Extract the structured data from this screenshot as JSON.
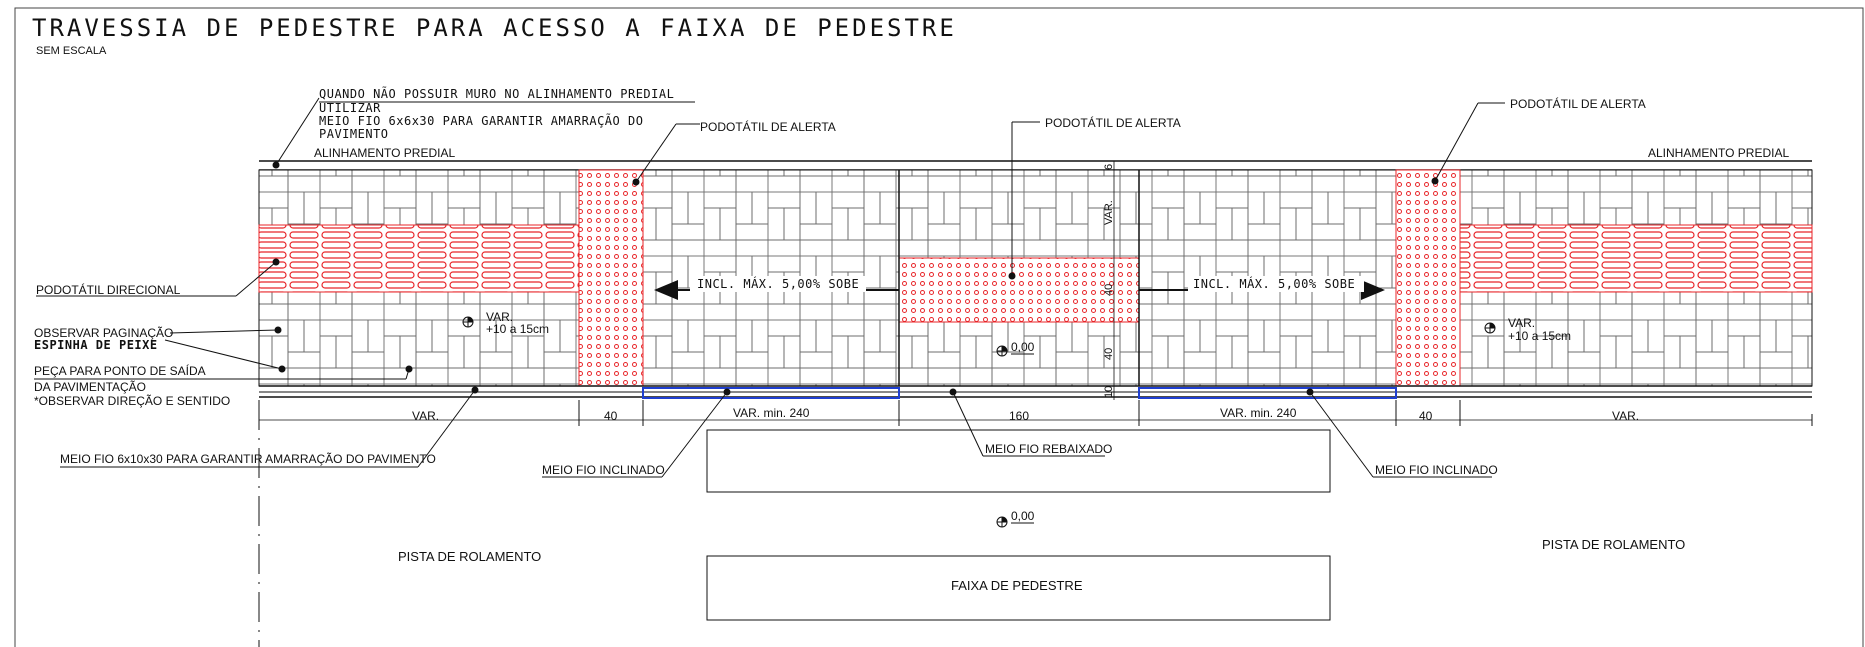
{
  "title": "TRAVESSIA DE PEDESTRE PARA ACESSO A FAIXA DE PEDESTRE",
  "subtitle": "SEM ESCALA",
  "note_top": [
    "QUANDO NÃO POSSUIR MURO NO ALINHAMENTO PREDIAL",
    "UTILIZAR",
    "MEIO FIO 6x6x30 PARA GARANTIR AMARRAÇÃO DO",
    "PAVIMENTO"
  ],
  "labels": {
    "alinhamento_left": "ALINHAMENTO PREDIAL",
    "alinhamento_right": "ALINHAMENTO PREDIAL",
    "podotatil_alerta_1": "PODOTÁTIL DE ALERTA",
    "podotatil_alerta_2": "PODOTÁTIL DE ALERTA",
    "podotatil_alerta_3": "PODOTÁTIL DE ALERTA",
    "podotatil_direcional": "PODOTÁTIL DIRECIONAL",
    "observar_paginacao": "OBSERVAR PAGINAÇÃO",
    "espinha_de_peixe": "ESPINHA DE PEIXE",
    "peca_1": "PEÇA PARA PONTO DE SAÍDA",
    "peca_2": "DA PAVIMENTAÇÃO",
    "peca_3": "*OBSERVAR DIREÇÃO E SENTIDO",
    "meio_fio_6x10": "MEIO FIO 6x10x30 PARA GARANTIR AMARRAÇÃO DO PAVIMENTO",
    "meio_fio_inclinado_left": "MEIO FIO INCLINADO",
    "meio_fio_rebaixado": "MEIO FIO REBAIXADO",
    "meio_fio_inclinado_right": "MEIO FIO INCLINADO",
    "pista_left": "PISTA DE ROLAMENTO",
    "pista_right": "PISTA DE ROLAMENTO",
    "faixa": "FAIXA DE PEDESTRE",
    "incl_left": "INCL. MÁX.  5,00%  SOBE",
    "incl_right": "INCL. MÁX.  5,00%  SOBE",
    "var_left_1": "VAR.",
    "var_left_2": "+10 a 15cm",
    "var_right_1": "VAR.",
    "var_right_2": "+10 a 15cm",
    "level_1": "0,00",
    "level_2": "0,00",
    "vert_6": "6",
    "vert_var": "VAR.",
    "vert_40a": "40",
    "vert_40b": "40",
    "vert_10": "10"
  },
  "dimensions": [
    "VAR.",
    "40",
    "VAR.  min. 240",
    "160",
    "VAR.  min. 240",
    "40",
    "VAR."
  ],
  "colors": {
    "line": "#111111",
    "tactile": "#e8262a",
    "curb_blue": "#1f3fd0",
    "brick": "#6b6b6b"
  }
}
